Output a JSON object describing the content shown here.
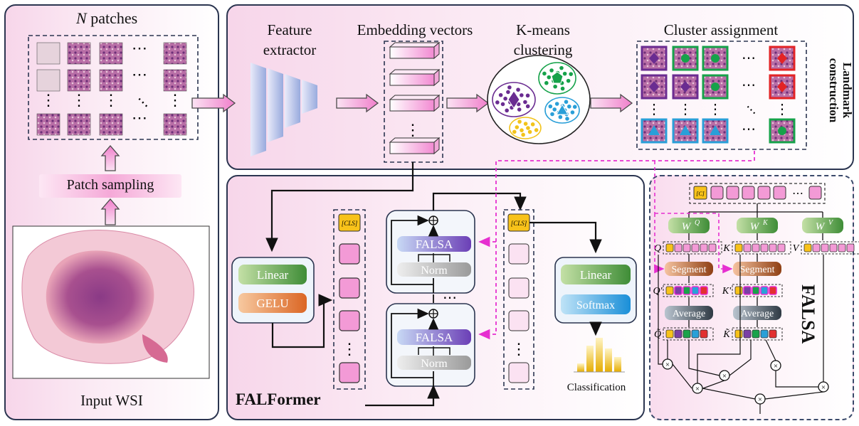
{
  "left_panel": {
    "n_patches_var": "N",
    "n_patches_label": "patches",
    "patch_sampling": "Patch sampling",
    "input_wsi": "Input WSI"
  },
  "landmark": {
    "feature_extractor_line1": "Feature",
    "feature_extractor_line2": "extractor",
    "embedding_vectors": "Embedding vectors",
    "kmeans_line1": "K-means",
    "kmeans_line2": "clustering",
    "cluster_assignment": "Cluster assignment",
    "side_title_line1": "Landmark",
    "side_title_line2": "construction"
  },
  "falformer": {
    "title": "FALFormer",
    "linear": "Linear",
    "gelu": "GELU",
    "cls": "[CLS]",
    "falsa": "FALSA",
    "norm": "Norm",
    "head_linear": "Linear",
    "softmax": "Softmax",
    "classification": "Classification",
    "ellipsis_vertical": "⋮",
    "ellipsis_horizontal": "⋯"
  },
  "falsa_detail": {
    "title": "FALSA",
    "cls_token": "[C]",
    "wq": "W",
    "wq_sup": "Q",
    "wk": "W",
    "wk_sup": "K",
    "wv": "W",
    "wv_sup": "V",
    "q": "Q",
    "k": "K",
    "v": "V",
    "segment": "Segment",
    "average": "Average",
    "q_prime": "Q'",
    "k_prime": "K'",
    "q_tilde": "Q̃",
    "k_tilde": "K̃",
    "times": "⊗"
  },
  "colors": {
    "panel_border": "#2b3550",
    "pink_fill": "#f39ad6",
    "magenta_dash": "#e62fd0",
    "cluster_purple": "#6a2c91",
    "cluster_green": "#16a24a",
    "cluster_blue": "#2a9fd8",
    "cluster_red": "#e32426",
    "cluster_yellow": "#f2c31a",
    "linear_green": "#5aa045",
    "gelu_orange": "#e37d33",
    "softmax_blue": "#2e9fe0",
    "falsa_purple": "#7a63c7",
    "segment_brown": "#9a4e22",
    "average_dark": "#3b4650",
    "bar_yellow": "#e8b400"
  }
}
